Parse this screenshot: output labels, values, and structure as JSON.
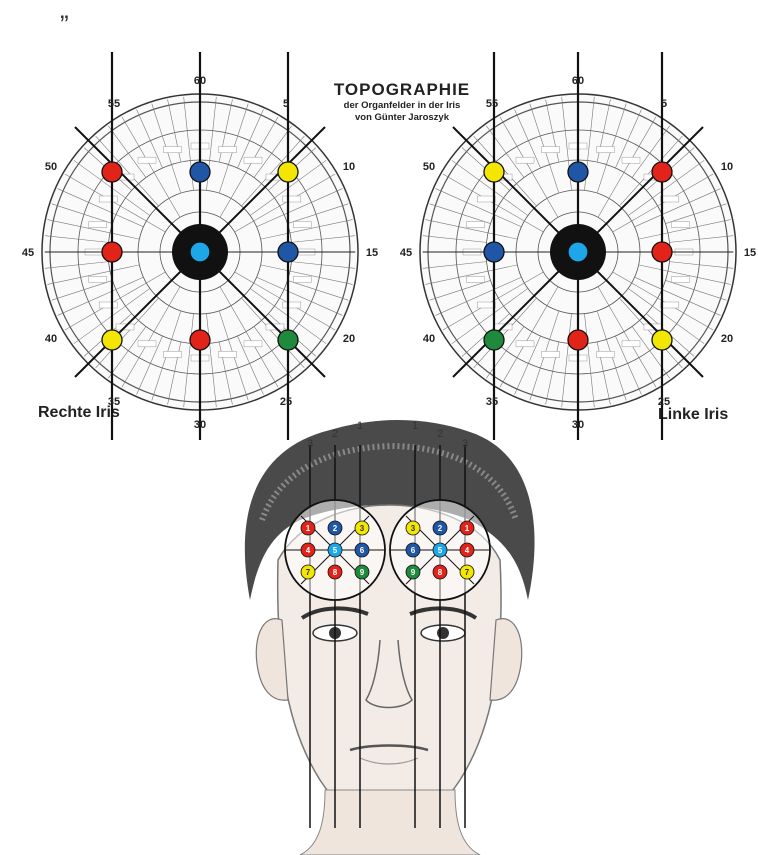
{
  "header_text": "„",
  "title": {
    "main": "TOPOGRAPHIE",
    "line2": "der Organfelder in der Iris",
    "line3": "von Günter Jaroszyk"
  },
  "iris_labels": {
    "right": "Rechte Iris",
    "left": "Linke Iris"
  },
  "clock_numbers": [
    "60",
    "5",
    "10",
    "15",
    "20",
    "25",
    "30",
    "35",
    "40",
    "45",
    "50",
    "55"
  ],
  "column_numbers": {
    "left": [
      "3",
      "2",
      "1"
    ],
    "right": [
      "1",
      "2",
      "3"
    ]
  },
  "colors": {
    "red": "#e2231a",
    "blue": "#1f57a6",
    "yellow": "#f3e600",
    "green": "#1f8a3b",
    "light_blue": "#1ea7e8",
    "black": "#111111"
  },
  "right_iris_dots": [
    "red",
    "blue",
    "yellow",
    "red",
    "light_blue",
    "blue",
    "yellow",
    "red",
    "green"
  ],
  "left_iris_dots": [
    "yellow",
    "blue",
    "red",
    "blue",
    "light_blue",
    "red",
    "green",
    "red",
    "yellow"
  ],
  "right_eye_numbers": [
    "1",
    "2",
    "3",
    "4",
    "5",
    "6",
    "7",
    "8",
    "9"
  ],
  "left_eye_numbers": [
    "3",
    "2",
    "1",
    "6",
    "5",
    "4",
    "9",
    "8",
    "7"
  ]
}
